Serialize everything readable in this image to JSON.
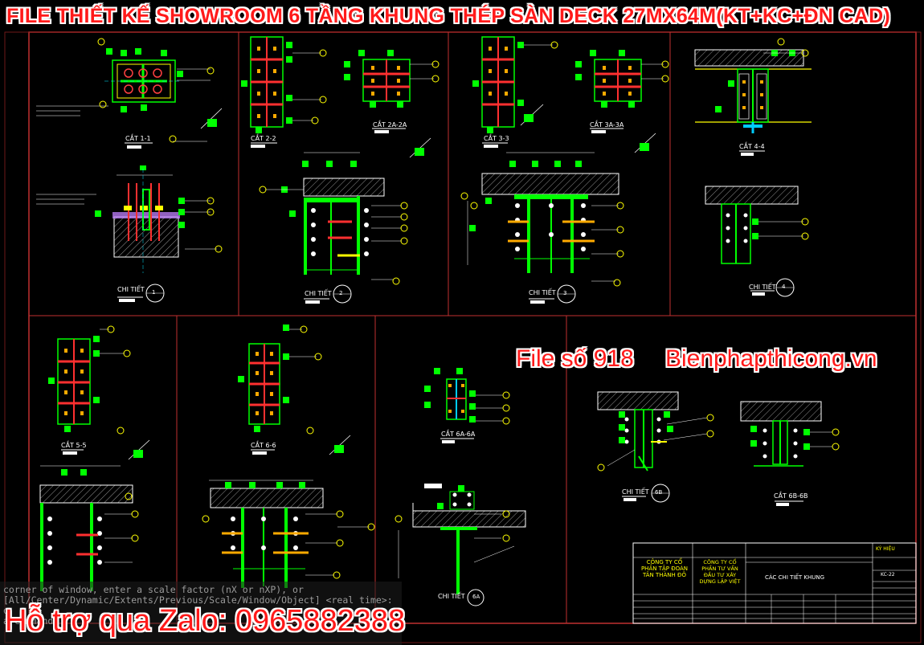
{
  "title": "FILE THIẾT KẾ SHOWROOM 6 TẦNG KHUNG THÉP SÀN DECK  27MX64M(KT+KC+ĐN CAD)",
  "watermark": {
    "file_no": "File số 918",
    "site": "Bienphapthicong.vn",
    "support": "Hỗ trợ qua Zalo: 0965882388"
  },
  "captions": {
    "cat_1_1": "CẮT 1-1",
    "cat_2_2": "CẮT 2-2",
    "cat_2a_2a": "CẮT 2A-2A",
    "cat_3_3": "CẮT 3-3",
    "cat_3a_3a": "CẮT 3A-3A",
    "cat_4_4": "CẮT 4-4",
    "chi_tiet": "CHI TIẾT",
    "cat_5_5": "CẮT 5-5",
    "cat_6_6": "CẮT 6-6",
    "cat_6a_6a": "CẮT 6A-6A",
    "cat_6b_6b": "CẮT 6B-6B",
    "detail_nums": [
      "1",
      "2",
      "3",
      "4",
      "6B",
      "6A"
    ]
  },
  "title_block": {
    "company1": "CÔNG TY CỔ PHẦN TẬP ĐOÀN TÂN THÀNH ĐÔ",
    "company2": "CÔNG TY CỔ PHẦN TƯ VẤN ĐẦU TƯ XÂY DỰNG LẬP VIỆT",
    "drawing_name": "CÁC CHI TIẾT KHUNG",
    "drawing_no": "KC-22",
    "label_sign": "KÝ HIỆU"
  },
  "command_line": [
    "corner of window, enter a scale factor (nX or nXP), or",
    "[All/Center/Dynamic/Extents/Previous/Scale/Window/Object] <real time>:",
    "o",
    "a command"
  ],
  "colors": {
    "frame": "#c03030",
    "green": "#00ff00",
    "red": "#ff2020",
    "yellow": "#ffff00",
    "white": "#ffffff",
    "orange": "#ffaa00",
    "cyan": "#00e5ff"
  }
}
